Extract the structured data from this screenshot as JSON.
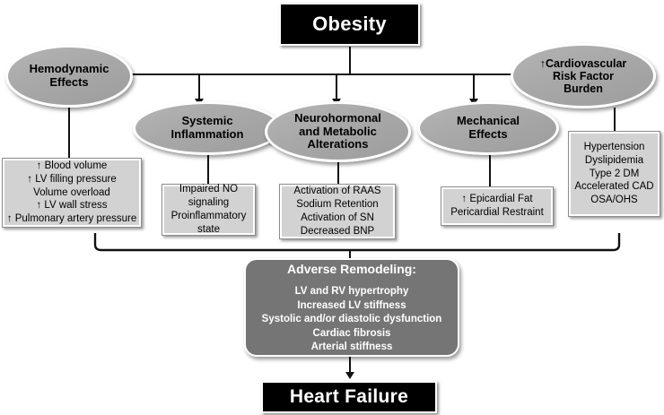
{
  "diagram": {
    "title_node": {
      "label": "Obesity"
    },
    "outcome_node": {
      "label": "Heart Failure"
    },
    "branches": [
      {
        "id": "hemodynamic",
        "label": "Hemodynamic\nEffects"
      },
      {
        "id": "systemic-inflammation",
        "label": "Systemic\nInflammation"
      },
      {
        "id": "neurohormonal",
        "label": "Neurohormonal\nand Metabolic\nAlterations"
      },
      {
        "id": "mechanical",
        "label": "Mechanical\nEffects"
      },
      {
        "id": "cv-risk",
        "label": "↑Cardiovascular\nRisk Factor\nBurden"
      }
    ],
    "ellipse_labels": {
      "hemodynamic_l1": "Hemodynamic",
      "hemodynamic_l2": "Effects",
      "systemic_l1": "Systemic",
      "systemic_l2": "Inflammation",
      "neuro_l1": "Neurohormonal",
      "neuro_l2": "and Metabolic",
      "neuro_l3": "Alterations",
      "mechanical_l1": "Mechanical",
      "mechanical_l2": "Effects",
      "cvrisk_l1_arrow": "↑",
      "cvrisk_l1": "Cardiovascular",
      "cvrisk_l2": "Risk Factor",
      "cvrisk_l3": "Burden"
    },
    "detail_boxes": {
      "hemodynamic": {
        "lines": [
          {
            "arrow": "↑",
            "text": "Blood volume"
          },
          {
            "arrow": "↑",
            "text": "LV filling pressure"
          },
          {
            "arrow": "",
            "text": "Volume overload"
          },
          {
            "arrow": "↑",
            "text": "LV wall stress"
          },
          {
            "arrow": "↑",
            "text": "Pulmonary artery pressure"
          }
        ]
      },
      "inflammation": {
        "lines": [
          {
            "arrow": "",
            "text": "Impaired NO"
          },
          {
            "arrow": "",
            "text": "signaling"
          },
          {
            "arrow": "",
            "text": "Proinflammatory"
          },
          {
            "arrow": "",
            "text": "state"
          }
        ]
      },
      "neurohormonal": {
        "lines": [
          {
            "arrow": "",
            "text": "Activation of RAAS"
          },
          {
            "arrow": "",
            "text": "Sodium Retention"
          },
          {
            "arrow": "",
            "text": "Activation of SN"
          },
          {
            "arrow": "",
            "text": "Decreased BNP"
          }
        ]
      },
      "mechanical": {
        "lines": [
          {
            "arrow": "↑",
            "text": "Epicardial Fat"
          },
          {
            "arrow": "",
            "text": "Pericardial Restraint"
          }
        ]
      },
      "cvrisk": {
        "lines": [
          {
            "arrow": "",
            "text": "Hypertension"
          },
          {
            "arrow": "",
            "text": "Dyslipidemia"
          },
          {
            "arrow": "",
            "text": "Type 2 DM"
          },
          {
            "arrow": "",
            "text": "Accelerated CAD"
          },
          {
            "arrow": "",
            "text": "OSA/OHS"
          }
        ]
      }
    },
    "remodeling": {
      "heading": "Adverse Remodeling:",
      "lines": [
        "LV and RV hypertrophy",
        "Increased LV stiffness",
        "Systolic and/or diastolic dysfunction",
        "Cardiac fibrosis",
        "Arterial stiffness"
      ]
    },
    "colors": {
      "terminal_box_bg": "#000000",
      "terminal_box_text": "#ffffff",
      "ellipse_fill": "#a8a8a8",
      "list_box_fill": "#d2d2d2",
      "remodeling_fill": "#757575",
      "connector": "#111111"
    }
  }
}
